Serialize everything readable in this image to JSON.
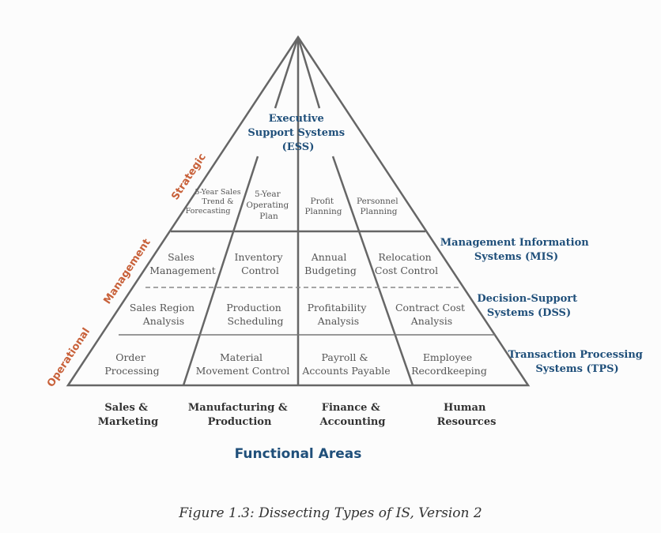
{
  "systems": {
    "ess": [
      "Executive",
      "Support Systems",
      "(ESS)"
    ],
    "mis": [
      "Management Information",
      "Systems (MIS)"
    ],
    "dss": [
      "Decision-Support",
      "Systems (DSS)"
    ],
    "tps": [
      "Transaction Processing",
      "Systems (TPS)"
    ]
  },
  "levels": {
    "strategic": "Strategic",
    "management": "Management",
    "operational": "Operational"
  },
  "strategic_cells": [
    [
      "5-Year Sales",
      "Trend &",
      "Forecasting"
    ],
    [
      "5-Year",
      "Operating",
      "Plan"
    ],
    [
      "Profit",
      "Planning"
    ],
    [
      "Personnel",
      "Planning"
    ]
  ],
  "mis_cells": [
    [
      "Sales",
      "Management"
    ],
    [
      "Inventory",
      "Control"
    ],
    [
      "Annual",
      "Budgeting"
    ],
    [
      "Relocation",
      "Cost Control"
    ]
  ],
  "dss_cells": [
    [
      "Sales Region",
      "Analysis"
    ],
    [
      "Production",
      "Scheduling"
    ],
    [
      "Profitability",
      "Analysis"
    ],
    [
      "Contract Cost",
      "Analysis"
    ]
  ],
  "tps_cells": [
    [
      "Order",
      "Processing"
    ],
    [
      "Material",
      "Movement Control"
    ],
    [
      "Payroll &",
      "Accounts Payable"
    ],
    [
      "Employee",
      "Recordkeeping"
    ]
  ],
  "functional_areas": [
    [
      "Sales &",
      "Marketing"
    ],
    [
      "Manufacturing &",
      "Production"
    ],
    [
      "Finance &",
      "Accounting"
    ],
    [
      "Human",
      "Resources"
    ]
  ],
  "functional_areas_title": "Functional Areas",
  "caption": "Figure 1.3: Dissecting Types of IS, Version 2",
  "colors": {
    "lines": "#666666",
    "system_labels": "#1f4f7a",
    "level_labels": "#c8613a"
  }
}
